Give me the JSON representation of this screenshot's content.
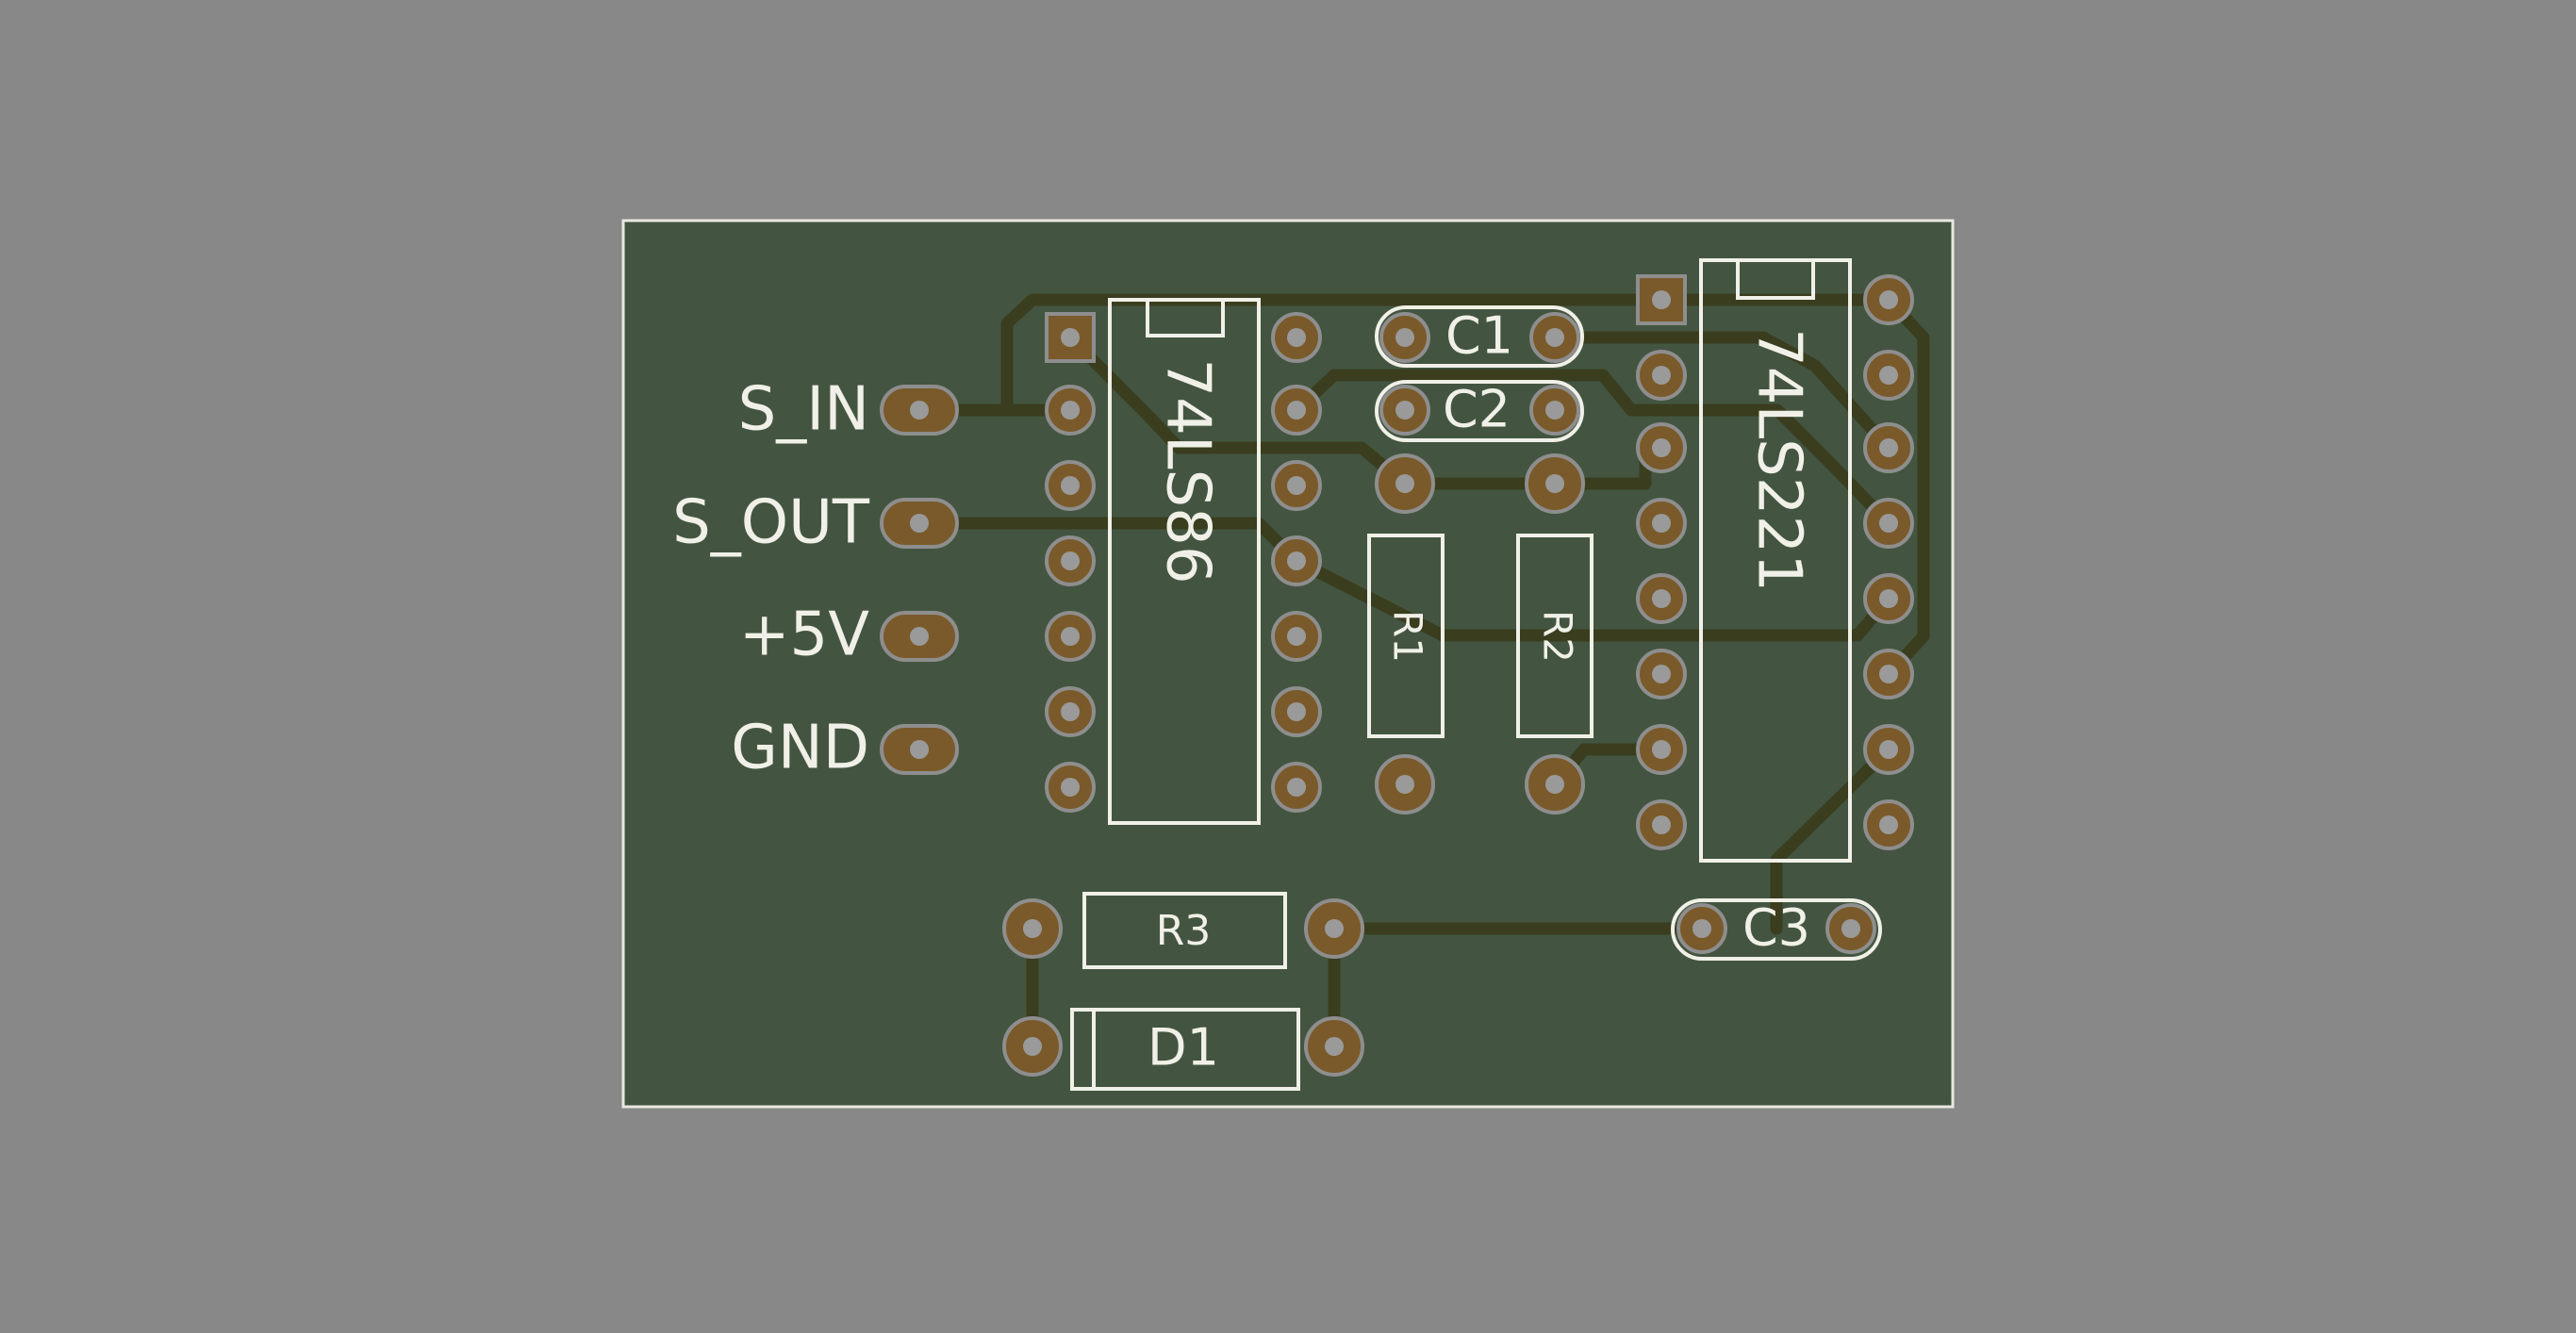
{
  "colors": {
    "background": "#888888",
    "board": "#435540",
    "outline": "#e8e8e0",
    "copper": "#7a5a2a",
    "pad_ring": "#8e8e8e",
    "drill": "#9a9a9a",
    "trace": "#3a3d1e",
    "silkscreen": "#f0f0e8"
  },
  "connector": {
    "labels": [
      "S_IN",
      "S_OUT",
      "+5V",
      "GND"
    ]
  },
  "components": {
    "ic1": {
      "designator": "74LS86",
      "pins": 14
    },
    "ic2": {
      "designator": "74LS221",
      "pins": 16
    },
    "c1": "C1",
    "c2": "C2",
    "c3": "C3",
    "r1": "R1",
    "r2": "R2",
    "r3": "R3",
    "d1": "D1"
  }
}
